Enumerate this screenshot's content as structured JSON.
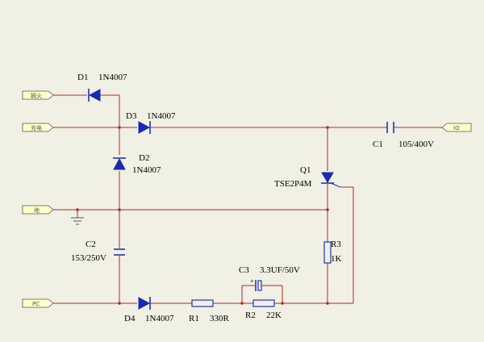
{
  "ports": {
    "fire": "摘火",
    "charge": "充电",
    "ground": "地",
    "pc": "PC",
    "io": "IO"
  },
  "components": {
    "d1": {
      "ref": "D1",
      "value": "1N4007"
    },
    "d2": {
      "ref": "D2",
      "value": "1N4007"
    },
    "d3": {
      "ref": "D3",
      "value": "1N4007"
    },
    "d4": {
      "ref": "D4",
      "value": "1N4007"
    },
    "c1": {
      "ref": "C1",
      "value": "105/400V"
    },
    "c2": {
      "ref": "C2",
      "value": "153/250V"
    },
    "c3": {
      "ref": "C3",
      "value": "3.3UF/50V"
    },
    "q1": {
      "ref": "Q1",
      "value": "TSE2P4M"
    },
    "r1": {
      "ref": "R1",
      "value": "330R"
    },
    "r2": {
      "ref": "R2",
      "value": "22K"
    },
    "r3": {
      "ref": "R3",
      "value": "1K"
    }
  },
  "colors": {
    "background": "#f0f0e4",
    "wire": "#b02a2a",
    "component": "#2233bb",
    "port_fill": "#ffffc8"
  }
}
